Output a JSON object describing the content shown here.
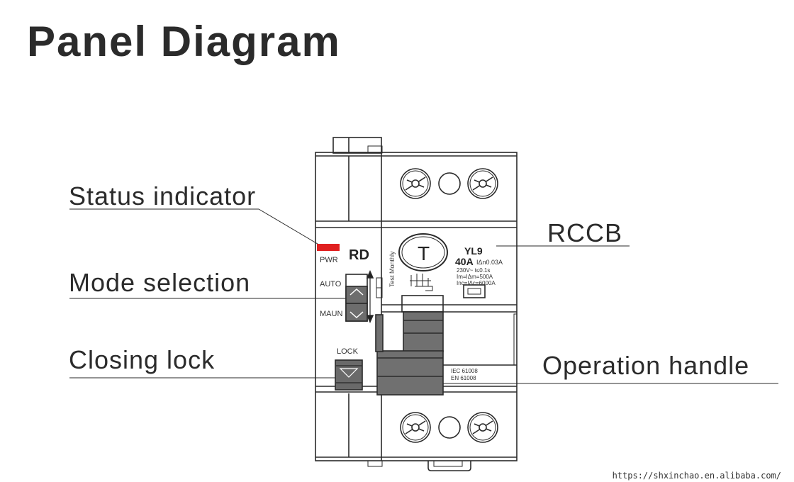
{
  "title": "Panel Diagram",
  "callouts": {
    "status_indicator": "Status indicator",
    "mode_selection": "Mode selection",
    "closing_lock": "Closing lock",
    "rccb": "RCCB",
    "operation_handle": "Operation handle"
  },
  "device": {
    "pwr_label": "PWR",
    "brand_label": "RD",
    "auto_label": "AUTO",
    "manual_label": "MAUN",
    "lock_label": "LOCK",
    "test_monthly": "Test Monthly",
    "test_button": "T",
    "model": "YL9",
    "rating": "40A",
    "residual": "IΔn0.03A",
    "voltage": "230V~  t≤0.1s",
    "im": "Im=IΔm=500A",
    "inc": "Inc=IΔc=6000A",
    "std1": "IEC 61008",
    "std2": "EN 61008",
    "indicator_color": "#e02020",
    "handle_color": "#707070"
  },
  "footer_url": "https://shxinchao.en.alibaba.com/"
}
